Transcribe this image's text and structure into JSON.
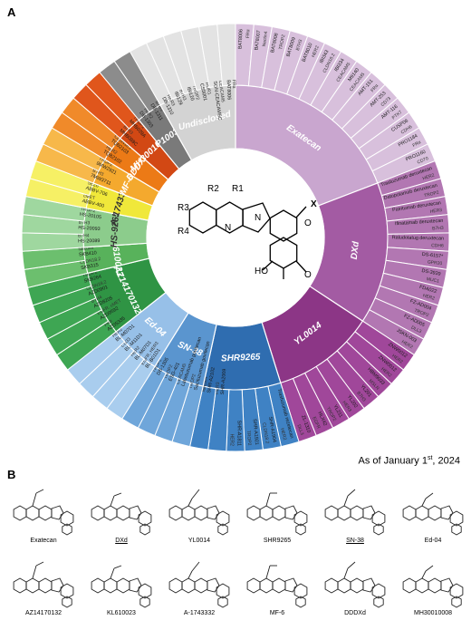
{
  "panel_a_label": "A",
  "panel_b_label": "B",
  "date_note": {
    "prefix": "As of January 1",
    "sup": "st",
    "suffix": ", 2024"
  },
  "core_labels": {
    "r1": "R1",
    "r2": "R2",
    "r3": "R3",
    "r4": "R4",
    "x": "X",
    "ho": "HO"
  },
  "payloads": [
    {
      "name": "Exatecan",
      "color": "#d8c0dc",
      "inner": "#c9a6cf",
      "drugs": [
        [
          "BAT8006",
          "FRα"
        ],
        [
          "BAT8007",
          "Nectin4"
        ],
        [
          "BAT8008",
          "TROP2"
        ],
        [
          "BAT8009",
          "B7H3"
        ],
        [
          "BAT8010",
          "HER2"
        ],
        [
          "IBI343",
          "CLDN18.2"
        ],
        [
          "IBI334",
          "CEACAM5"
        ],
        [
          "M9140",
          "CEACAM5"
        ],
        [
          "AMT-151",
          "FRα"
        ],
        [
          "AMT-253",
          "CD73"
        ],
        [
          "AMT-116",
          "PTK7"
        ],
        [
          "CUSP06",
          "CDH6"
        ],
        [
          "PRO1184",
          "FRα"
        ],
        [
          "PRO1160",
          "CD70"
        ]
      ]
    },
    {
      "name": "DXd",
      "color": "#b277b2",
      "inner": "#a35ba3",
      "drugs": [
        [
          "Trastuzumab deruxtecan",
          "HER2"
        ],
        [
          "Datopotamab deruxtecan",
          "TROP2"
        ],
        [
          "Patritumab deruxtecan",
          "HER3"
        ],
        [
          "Ifinatamab deruxtecan",
          "B7H3"
        ],
        [
          "Raludotatug deruxtecan",
          "CDH6"
        ],
        [
          "DS-6157*",
          "GPR20"
        ],
        [
          "DS-3939",
          "MUC1"
        ],
        [
          "FDA022",
          "HER2"
        ],
        [
          "FZ-AD004",
          "TROP2"
        ],
        [
          "FZ-AD005",
          "DLL3"
        ],
        [
          "JSKN-003",
          "HER2"
        ]
      ]
    },
    {
      "name": "YL0014",
      "color": "#a0479a",
      "inner": "#8c3686",
      "drugs": [
        [
          "ZNW0012",
          "HER2"
        ],
        [
          "ZNW0012",
          "HER2"
        ],
        [
          "HBM9033",
          "MSLN"
        ],
        [
          "YL201",
          "B7H3"
        ],
        [
          "YL202",
          "HER3"
        ],
        [
          "YL211",
          "TROP2"
        ],
        [
          "HLX42",
          "EGFR"
        ],
        [
          "ZL-1310",
          "DLL3"
        ]
      ]
    },
    {
      "name": "SHR9265",
      "color": "#3f82c4",
      "inner": "#2f6db0",
      "drugs": [
        [
          "Trastuzumab rezetecan",
          "HER2"
        ],
        [
          "SHR-A1904",
          "CLDN18.2"
        ],
        [
          "SHR-A1921",
          "TROP2"
        ],
        [
          "SHR-A1811",
          "HER2"
        ],
        [
          "SHR-A2009",
          "HER3"
        ],
        [
          "SHR-A2102",
          "Nectin4"
        ]
      ]
    },
    {
      "name": "SN-38",
      "color": "#6fa6da",
      "inner": "#5a95cf",
      "drugs": [
        [
          "Sacituzumab govitecan",
          "TROP2"
        ],
        [
          "Labetuzumab govitecan",
          "CEACAM5"
        ],
        [
          "ESG-401",
          "TROP2"
        ],
        [
          "DB-1305",
          "TROP2"
        ]
      ]
    },
    {
      "name": "Ed-04",
      "color": "#a9cdee",
      "inner": "#97c0e8",
      "drugs": [
        [
          "BL-B01D1",
          "EGFR, HER3"
        ],
        [
          "BL-M07D1",
          "HER2"
        ],
        [
          "BL-M11D1",
          "CD33"
        ],
        [
          "BL-M07D1",
          "HER2"
        ]
      ]
    },
    {
      "name": "AZ14170132",
      "color": "#3ea653",
      "inner": "#2f9444",
      "drugs": [
        [
          "AZD5335",
          "FRα"
        ],
        [
          "AZD9592",
          "EGFR, cMET"
        ],
        [
          "AZD8205",
          "B7H4"
        ],
        [
          "AZD0901",
          "CLDN18.2"
        ],
        [
          "SKB264",
          "TROP2"
        ]
      ]
    },
    {
      "name": "KL610023",
      "color": "#6cbf6e",
      "inner": "#58b25b",
      "drugs": [
        [
          "SKB315",
          "CLDN18.2"
        ],
        [
          "SKB410",
          "Nectin4"
        ]
      ]
    },
    {
      "name": "HS-9265",
      "color": "#9fd79f",
      "inner": "#8ccc8c",
      "drugs": [
        [
          "HS-20089",
          "B7H4"
        ],
        [
          "HS-20093",
          "B7H3"
        ],
        [
          "HS-20105",
          "TROP2"
        ]
      ]
    },
    {
      "name": "A-1743332",
      "color": "#f6f065",
      "inner": "#f0e83a",
      "drugs": [
        [
          "ABBV-400",
          "cMET"
        ],
        [
          "ABBV-706",
          "SEZ6"
        ]
      ]
    },
    {
      "name": "MF-6",
      "color": "#f7b84a",
      "inner": "#f4a92e",
      "drugs": [
        [
          "7MW3711",
          "B7H3"
        ],
        [
          "9MW2921",
          "TROP2"
        ]
      ]
    },
    {
      "name": "DDDXd",
      "color": "#f08a2a",
      "inner": "#ec7a16",
      "drugs": [
        [
          "TQB2102",
          "HER2"
        ],
        [
          "TQB2103",
          "CLDN18.2"
        ]
      ]
    },
    {
      "name": "MH30010008",
      "color": "#e0561c",
      "inner": "#d24814",
      "drugs": [
        [
          "MHB088C",
          "B7H3"
        ],
        [
          "MHB039A",
          "TROP2"
        ]
      ]
    },
    {
      "name": "P1003",
      "color": "#8c8c8c",
      "inner": "#7a7a7a",
      "drugs": [
        [
          "DB-1303",
          "HER2"
        ],
        [
          "DB-1311",
          "B7H3"
        ]
      ]
    },
    {
      "name": "Undisclosed",
      "color": "#e3e3e3",
      "inner": "#d3d3d3",
      "drugs": [
        [
          "DB-1310",
          "HER3"
        ],
        [
          "IBI129",
          "B7H3"
        ],
        [
          "IBI120",
          "TROP2"
        ],
        [
          "CS5001",
          "ROR1"
        ],
        [
          "SGN-CEACAM5C",
          "CEACAM5"
        ],
        [
          "BAT8006",
          "FRα"
        ]
      ]
    }
  ],
  "structures": [
    {
      "name": "Exatecan",
      "underline": false
    },
    {
      "name": "DXd",
      "underline": true
    },
    {
      "name": "YL0014",
      "underline": false
    },
    {
      "name": "SHR9265",
      "underline": false
    },
    {
      "name": "SN-38",
      "underline": true
    },
    {
      "name": "Ed-04",
      "underline": false
    },
    {
      "name": "AZ14170132",
      "underline": false
    },
    {
      "name": "KL610023",
      "underline": false
    },
    {
      "name": "A-1743332",
      "underline": false
    },
    {
      "name": "MF-6",
      "underline": false
    },
    {
      "name": "DDDXd",
      "underline": false
    },
    {
      "name": "MH30010008",
      "underline": false
    }
  ]
}
